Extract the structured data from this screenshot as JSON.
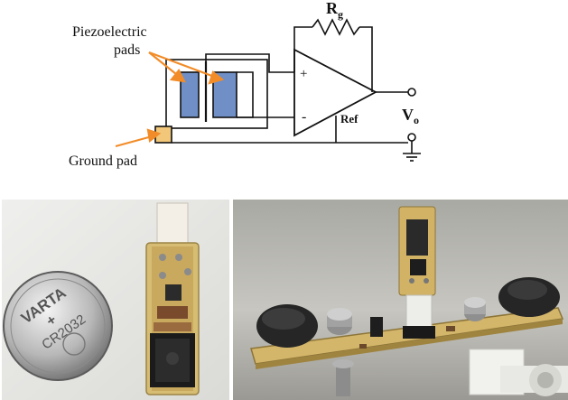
{
  "diagram": {
    "labels": {
      "piezo_line1": "Piezoelectric",
      "piezo_line2": "pads",
      "ground_pad": "Ground pad",
      "rg_main": "R",
      "rg_sub": "g",
      "plus": "+",
      "minus": "-",
      "ref": "Ref",
      "vo_main": "V",
      "vo_sub": "o"
    },
    "colors": {
      "piezo_fill": "#6f8fc6",
      "arrow_orange": "#f28c28",
      "ground_pad_fill": "#f2c77a",
      "line": "#111111"
    }
  },
  "photos": {
    "left": {
      "battery_text_1": "VARTA",
      "battery_text_2": "+",
      "battery_text_3": "CR2032"
    },
    "right": {}
  }
}
